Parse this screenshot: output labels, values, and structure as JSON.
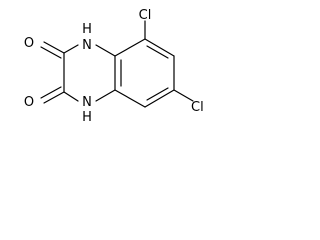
{
  "molecule": {
    "atoms": {
      "cl_top": "Cl",
      "cl_right": "Cl",
      "nh_top": "H",
      "n_top": "N",
      "nh_bottom": "H",
      "n_bottom": "N",
      "o_top": "O",
      "o_bottom": "O"
    }
  }
}
